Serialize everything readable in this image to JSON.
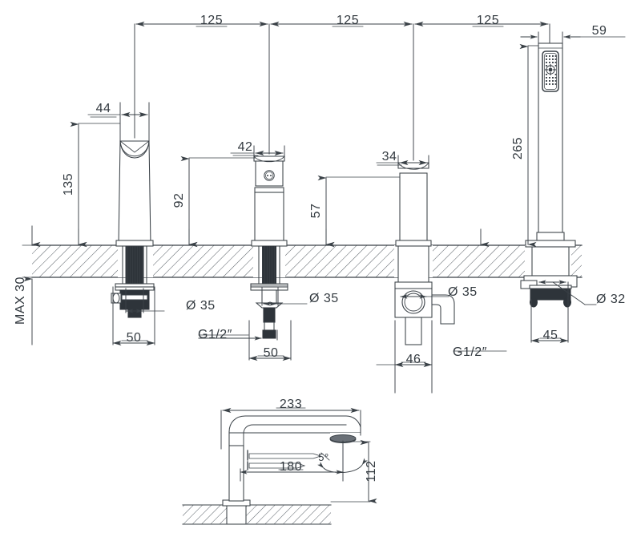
{
  "drawing": {
    "title": "Deck-mounted 4-hole bath mixer set - dimensioned technical drawing",
    "units": "mm",
    "line_color": "#3a4147",
    "text_color": "#333a40",
    "hatch_color": "#5a6168",
    "dark_fill": "#2e343a",
    "background": "#ffffff"
  },
  "top_view": {
    "spacing_dims": [
      {
        "id": "spacing-1",
        "label": "125"
      },
      {
        "id": "spacing-2",
        "label": "125"
      },
      {
        "id": "spacing-3",
        "label": "125"
      }
    ],
    "fixtures": [
      {
        "id": "spout-riser",
        "name": "tall-spout-riser",
        "width_label": "44",
        "height_label": "135",
        "hole_diameter_label": "Ø 35",
        "below_deck_label": "50"
      },
      {
        "id": "mixer-handle",
        "name": "mixer-control-handle",
        "width_label": "42",
        "height_label": "92",
        "hole_diameter_label": "Ø 35",
        "below_deck_label": "50",
        "thread_label": "G1/2″"
      },
      {
        "id": "diverter",
        "name": "diverter-valve",
        "width_label": "34",
        "height_label": "57",
        "hole_diameter_label": "Ø 35",
        "below_deck_label": "46",
        "thread_label": "G1/2″"
      },
      {
        "id": "handshower",
        "name": "handshower-outlet",
        "width_label": "59",
        "height_label": "265",
        "hole_diameter_label": "Ø 32",
        "below_deck_label": "45"
      }
    ],
    "deck_thickness_label": "MAX 30"
  },
  "spout_view": {
    "name": "spout-side-elevation",
    "overall_reach_label": "233",
    "aerator_reach_label": "180",
    "spout_height_label": "112",
    "aerator_angle_label": "5°"
  }
}
